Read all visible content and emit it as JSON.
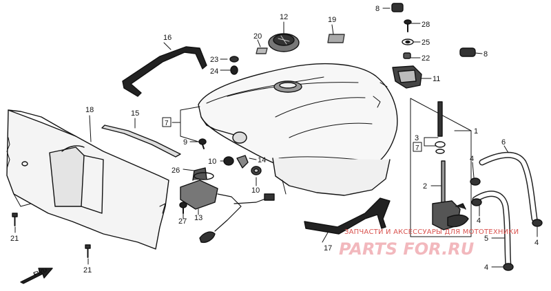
{
  "diagram": {
    "callouts": {
      "p1": "1",
      "p2": "2",
      "p3": "3",
      "p4a": "4",
      "p4b": "4",
      "p4c": "4",
      "p4d": "4",
      "p5": "5",
      "p6": "6",
      "p7a": "7",
      "p7b": "7",
      "p8a": "8",
      "p8b": "8",
      "p9": "9",
      "p10a": "10",
      "p10b": "10",
      "p11": "11",
      "p12": "12",
      "p13": "13",
      "p14": "14",
      "p15": "15",
      "p16": "16",
      "p17": "17",
      "p18": "18",
      "p19": "19",
      "p20": "20",
      "p21a": "21",
      "p21b": "21",
      "p22": "22",
      "p23": "23",
      "p24": "24",
      "p25": "25",
      "p26": "26",
      "p27": "27",
      "p28": "28"
    },
    "fwd_label": "FWD"
  },
  "watermark": {
    "line": "ЗАПЧАСТИ И АКСЕССУАРЫ ДЛЯ МОТОТЕХНИКИ",
    "logo": "PARTS FOR.RU"
  },
  "colors": {
    "ink": "#111111",
    "watermark_red": "#d9534f",
    "watermark_pink": "#f2b8bd"
  }
}
